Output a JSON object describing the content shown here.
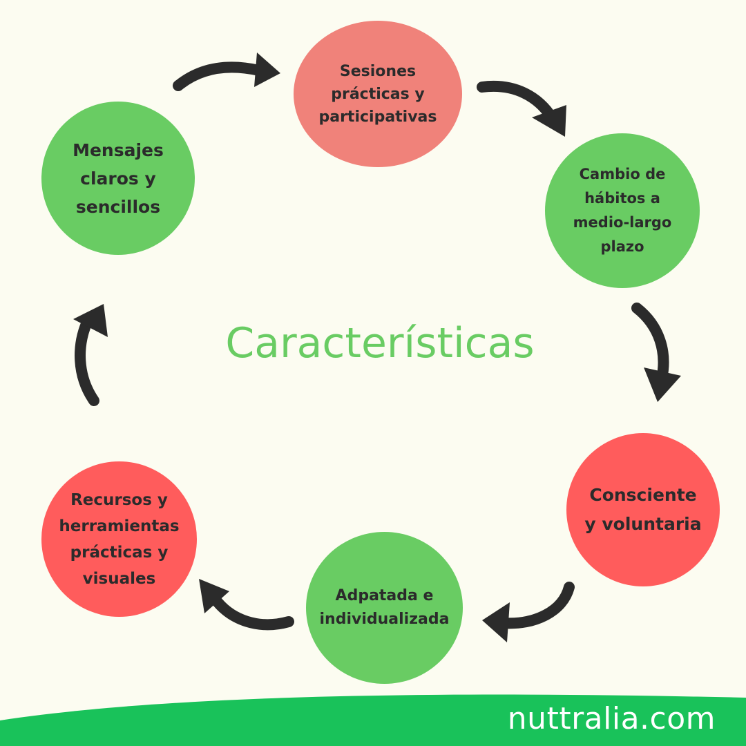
{
  "title": "Características",
  "brand": "nuttralia.com",
  "colors": {
    "background": "#fcfcf1",
    "green": "#69cc63",
    "salmon": "#f0827a",
    "red": "#ff5c5c",
    "arrow": "#2b2b2b",
    "footer": "#19c25a"
  },
  "nodes": {
    "sesiones": "Sesiones\nprácticas y\nparticipativas",
    "cambio": "Cambio de\nhábitos  a\nmedio-largo\nplazo",
    "consciente": "Consciente\ny voluntaria",
    "adaptada": "Adpatada e\nindividualizada",
    "recursos": "Recursos y\nherramientas\nprácticas y\nvisuales",
    "mensajes": "Mensajes\nclaros y\nsencillos"
  }
}
